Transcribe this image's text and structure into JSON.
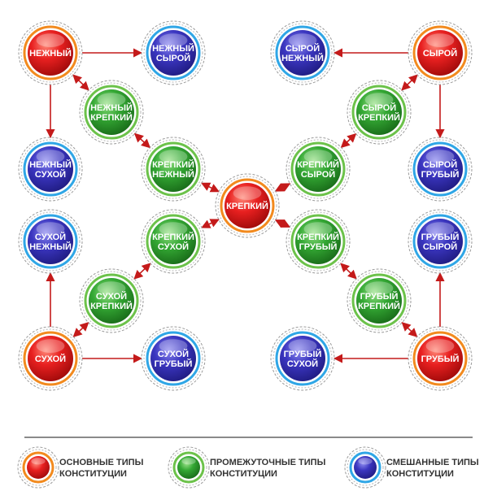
{
  "colors": {
    "basic": "#e01b1b",
    "intermediate": "#2a9b2a",
    "mixed": "#3a35b8",
    "ring_orange": "#f28a1e",
    "ring_green": "#6cc24a",
    "ring_blue": "#2fa6e6",
    "arrow": "#c41a1a",
    "divider": "#888888"
  },
  "nodes": [
    {
      "id": "n1",
      "type": "basic",
      "lines": [
        "НЕЖНЫЙ"
      ]
    },
    {
      "id": "n2",
      "type": "mixed",
      "lines": [
        "НЕЖНЫЙ",
        "СЫРОЙ"
      ]
    },
    {
      "id": "n3",
      "type": "mixed",
      "lines": [
        "СЫРОЙ",
        "НЕЖНЫЙ"
      ]
    },
    {
      "id": "n4",
      "type": "basic",
      "lines": [
        "СЫРОЙ"
      ]
    },
    {
      "id": "n5",
      "type": "intermediate",
      "lines": [
        "НЕЖНЫЙ",
        "КРЕПКИЙ"
      ]
    },
    {
      "id": "n6",
      "type": "intermediate",
      "lines": [
        "СЫРОЙ",
        "КРЕПКИЙ"
      ]
    },
    {
      "id": "n7",
      "type": "mixed",
      "lines": [
        "НЕЖНЫЙ",
        "СУХОЙ"
      ]
    },
    {
      "id": "n8",
      "type": "intermediate",
      "lines": [
        "КРЕПКИЙ",
        "НЕЖНЫЙ"
      ]
    },
    {
      "id": "n9",
      "type": "intermediate",
      "lines": [
        "КРЕПКИЙ",
        "СЫРОЙ"
      ]
    },
    {
      "id": "n10",
      "type": "mixed",
      "lines": [
        "СЫРОЙ",
        "ГРУБЫЙ"
      ]
    },
    {
      "id": "n11",
      "type": "basic",
      "lines": [
        "КРЕПКИЙ"
      ]
    },
    {
      "id": "n12",
      "type": "mixed",
      "lines": [
        "СУХОЙ",
        "НЕЖНЫЙ"
      ]
    },
    {
      "id": "n13",
      "type": "intermediate",
      "lines": [
        "КРЕПКИЙ",
        "СУХОЙ"
      ]
    },
    {
      "id": "n14",
      "type": "intermediate",
      "lines": [
        "КРЕПКИЙ",
        "ГРУБЫЙ"
      ]
    },
    {
      "id": "n15",
      "type": "mixed",
      "lines": [
        "ГРУБЫЙ",
        "СЫРОЙ"
      ]
    },
    {
      "id": "n16",
      "type": "intermediate",
      "lines": [
        "СУХОЙ",
        "КРЕПКИЙ"
      ]
    },
    {
      "id": "n17",
      "type": "intermediate",
      "lines": [
        "ГРУБЫЙ",
        "КРЕПКИЙ"
      ]
    },
    {
      "id": "n18",
      "type": "basic",
      "lines": [
        "СУХОЙ"
      ]
    },
    {
      "id": "n19",
      "type": "mixed",
      "lines": [
        "СУХОЙ",
        "ГРУБЫЙ"
      ]
    },
    {
      "id": "n20",
      "type": "mixed",
      "lines": [
        "ГРУБЫЙ",
        "СУХОЙ"
      ]
    },
    {
      "id": "n21",
      "type": "basic",
      "lines": [
        "ГРУБЫЙ"
      ]
    }
  ],
  "edges": [
    {
      "from": "n1",
      "to": "n2",
      "kind": "single"
    },
    {
      "from": "n4",
      "to": "n3",
      "kind": "single"
    },
    {
      "from": "n1",
      "to": "n7",
      "kind": "single"
    },
    {
      "from": "n4",
      "to": "n10",
      "kind": "single"
    },
    {
      "from": "n18",
      "to": "n12",
      "kind": "single"
    },
    {
      "from": "n21",
      "to": "n15",
      "kind": "single"
    },
    {
      "from": "n18",
      "to": "n19",
      "kind": "single"
    },
    {
      "from": "n21",
      "to": "n20",
      "kind": "single"
    },
    {
      "from": "n1",
      "to": "n5",
      "kind": "double"
    },
    {
      "from": "n5",
      "to": "n8",
      "kind": "double"
    },
    {
      "from": "n8",
      "to": "n11",
      "kind": "double"
    },
    {
      "from": "n4",
      "to": "n6",
      "kind": "double"
    },
    {
      "from": "n6",
      "to": "n9",
      "kind": "double"
    },
    {
      "from": "n9",
      "to": "n11",
      "kind": "double"
    },
    {
      "from": "n11",
      "to": "n13",
      "kind": "double"
    },
    {
      "from": "n13",
      "to": "n16",
      "kind": "double"
    },
    {
      "from": "n16",
      "to": "n18",
      "kind": "double"
    },
    {
      "from": "n11",
      "to": "n14",
      "kind": "double"
    },
    {
      "from": "n14",
      "to": "n17",
      "kind": "double"
    },
    {
      "from": "n17",
      "to": "n21",
      "kind": "double"
    }
  ],
  "legend": [
    {
      "type": "basic",
      "lines": [
        "ОСНОВНЫЕ ТИПЫ",
        "КОНСТИТУЦИИ"
      ]
    },
    {
      "type": "intermediate",
      "lines": [
        "ПРОМЕЖУТОЧНЫЕ ТИПЫ",
        "КОНСТИТУЦИИ"
      ]
    },
    {
      "type": "mixed",
      "lines": [
        "СМЕШАННЫЕ ТИПЫ",
        "КОНСТИТУЦИИ"
      ]
    }
  ]
}
